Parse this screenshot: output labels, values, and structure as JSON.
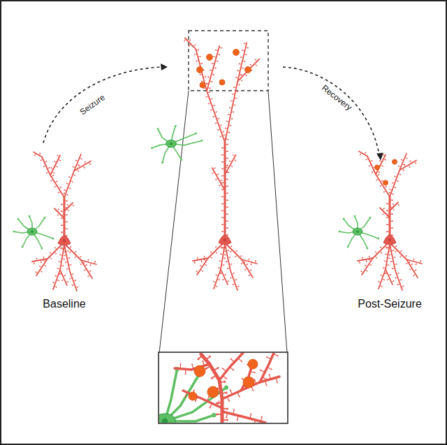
{
  "diagram": {
    "labels": [
      "Seizure",
      "Recovery",
      "Baseline",
      "Post-Seizure"
    ]
  }
}
